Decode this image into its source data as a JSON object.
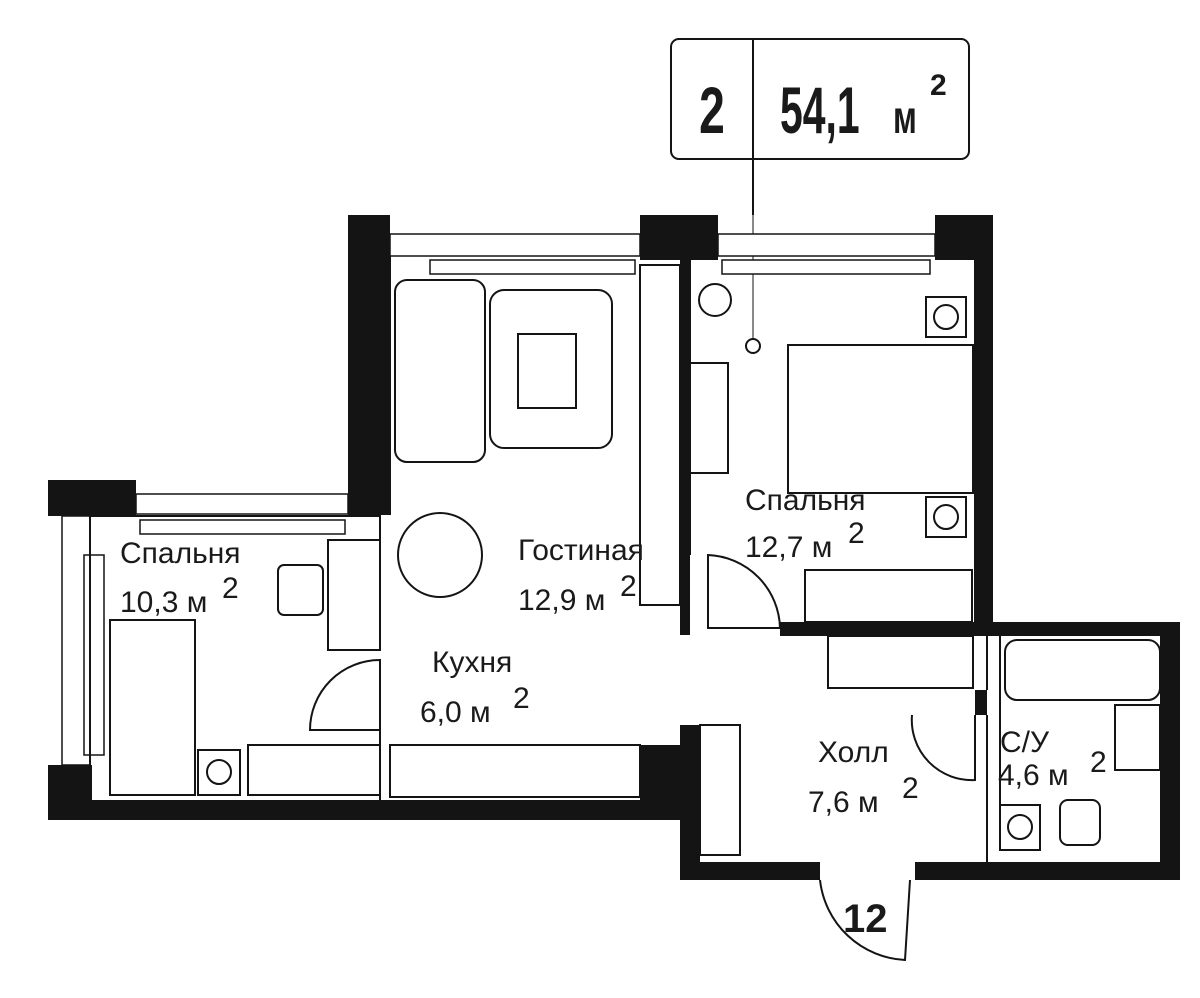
{
  "badge": {
    "rooms": "2",
    "area": "54,1",
    "unit": "м",
    "sup": "2"
  },
  "rooms": [
    {
      "name": "Спальня",
      "area": "10,3 м",
      "sup": "2"
    },
    {
      "name": "Гостиная",
      "area": "12,9 м",
      "sup": "2"
    },
    {
      "name": "Спальня",
      "area": "12,7 м",
      "sup": "2"
    },
    {
      "name": "Кухня",
      "area": "6,0 м",
      "sup": "2"
    },
    {
      "name": "Холл",
      "area": "7,6 м",
      "sup": "2"
    },
    {
      "name": "С/У",
      "area": "4,6 м",
      "sup": "2"
    }
  ],
  "apartment_number": "12"
}
